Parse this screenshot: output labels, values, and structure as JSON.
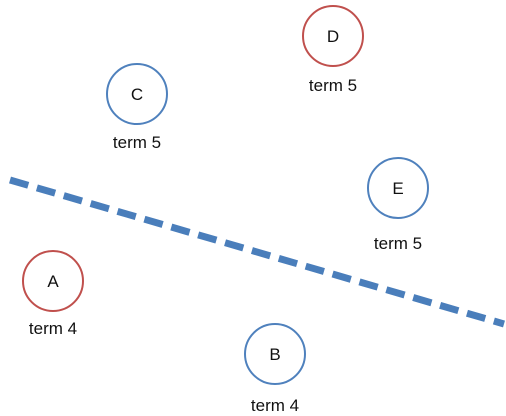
{
  "colors": {
    "red_node": "#c0504d",
    "blue_node": "#4f81bd",
    "divider": "#4a7ebb"
  },
  "nodes": [
    {
      "id": "D",
      "letter": "D",
      "term": "term 5",
      "color": "red"
    },
    {
      "id": "C",
      "letter": "C",
      "term": "term 5",
      "color": "blue"
    },
    {
      "id": "E",
      "letter": "E",
      "term": "term 5",
      "color": "blue"
    },
    {
      "id": "A",
      "letter": "A",
      "term": "term 4",
      "color": "red"
    },
    {
      "id": "B",
      "letter": "B",
      "term": "term 4",
      "color": "blue"
    }
  ]
}
